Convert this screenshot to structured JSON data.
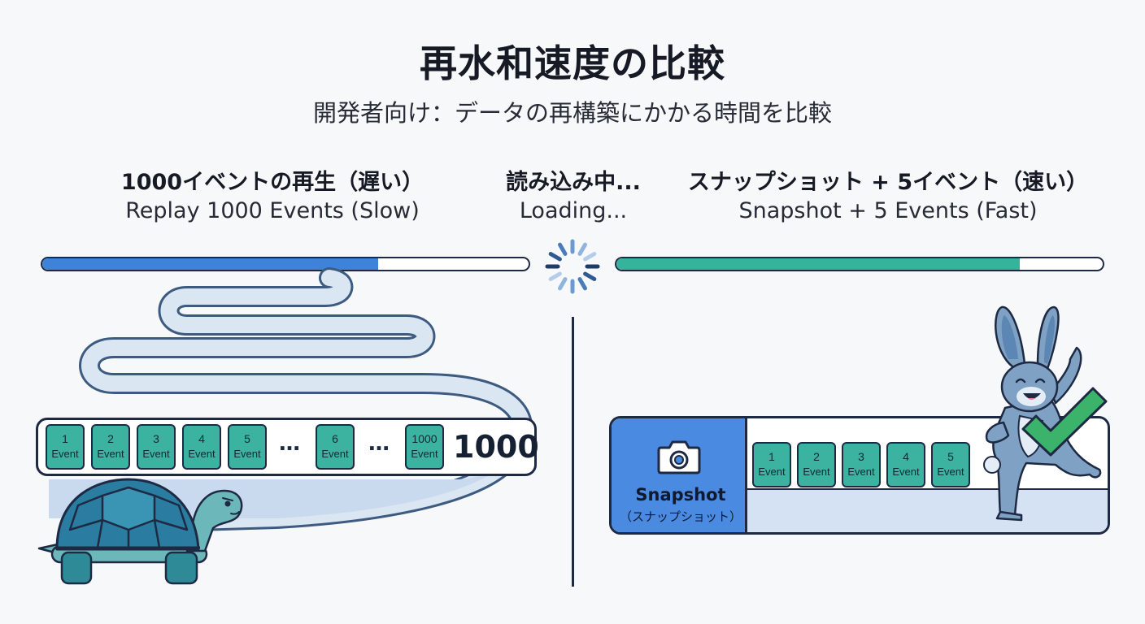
{
  "header": {
    "title": "再水和速度の比較",
    "subtitle": "開発者向け：データの再構築にかかる時間を比較"
  },
  "left": {
    "title_jp": "1000イベントの再生（遅い）",
    "title_en": "Replay 1000 Events (Slow)",
    "progress": 0.69,
    "progress_color": "#3f82d9",
    "events": [
      {
        "n": "1",
        "label": "Event"
      },
      {
        "n": "2",
        "label": "Event"
      },
      {
        "n": "3",
        "label": "Event"
      },
      {
        "n": "4",
        "label": "Event"
      },
      {
        "n": "5",
        "label": "Event"
      },
      {
        "n": "6",
        "label": "Event"
      },
      {
        "n": "1000",
        "label": "Event"
      }
    ],
    "ellipsis": "…",
    "count": "1000"
  },
  "center": {
    "title_jp": "読み込み中...",
    "title_en": "Loading..."
  },
  "right": {
    "title_jp": "スナップショット + 5イベント（速い）",
    "title_en": "Snapshot + 5 Events (Fast)",
    "progress": 0.83,
    "progress_color": "#35b39b",
    "snapshot_label": "Snapshot",
    "snapshot_sub": "（スナップショット）",
    "events": [
      {
        "n": "1",
        "label": "Event"
      },
      {
        "n": "2",
        "label": "Event"
      },
      {
        "n": "3",
        "label": "Event"
      },
      {
        "n": "4",
        "label": "Event"
      },
      {
        "n": "5",
        "label": "Event"
      }
    ]
  },
  "colors": {
    "event_fill": "#3bb3a0",
    "outline": "#1e2a44",
    "snapshot_fill": "#4a8ae0",
    "checkmark": "#3bb36b"
  },
  "icons": [
    "camera-icon",
    "checkmark-icon",
    "spinner-icon",
    "turtle-illustration",
    "rabbit-illustration"
  ]
}
